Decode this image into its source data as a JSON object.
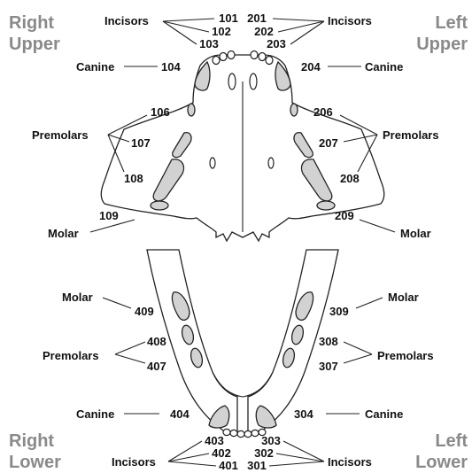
{
  "quadrants": {
    "right_upper": [
      "Right",
      "Upper"
    ],
    "left_upper": [
      "Left",
      "Upper"
    ],
    "right_lower": [
      "Right",
      "Lower"
    ],
    "left_lower": [
      "Left",
      "Lower"
    ]
  },
  "labels": {
    "incisors": "Incisors",
    "canine": "Canine",
    "premolars": "Premolars",
    "molar": "Molar"
  },
  "teeth": {
    "upper_right": {
      "incisors": [
        "101",
        "102",
        "103"
      ],
      "canine": "104",
      "premolars": [
        "106",
        "107",
        "108"
      ],
      "molar": "109"
    },
    "upper_left": {
      "incisors": [
        "201",
        "202",
        "203"
      ],
      "canine": "204",
      "premolars": [
        "206",
        "207",
        "208"
      ],
      "molar": "209"
    },
    "lower_left": {
      "incisors": [
        "301",
        "302",
        "303"
      ],
      "canine": "304",
      "premolars": [
        "307",
        "308"
      ],
      "molar": "309"
    },
    "lower_right": {
      "incisors": [
        "401",
        "402",
        "403"
      ],
      "canine": "404",
      "premolars": [
        "407",
        "408"
      ],
      "molar": "409"
    }
  }
}
